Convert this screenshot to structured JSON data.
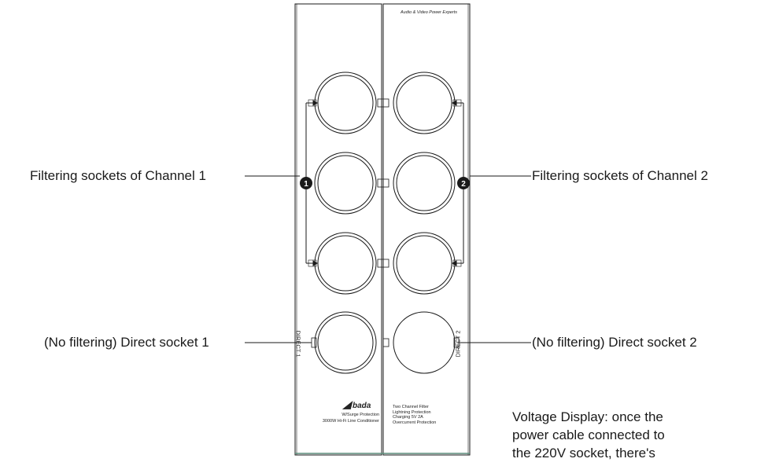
{
  "callouts": {
    "ch1_filter": "Filtering sockets of Channel 1",
    "ch2_filter": "Filtering sockets of Channel 2",
    "direct1": "(No filtering) Direct socket 1",
    "direct2": "(No filtering) Direct socket 2"
  },
  "voltage_note": {
    "line1": "Voltage Display: once the",
    "line2": "power cable connected to",
    "line3": "the 220V socket, there's"
  },
  "panel": {
    "tagline": "Audio & Video Power Experts",
    "brand": "bada",
    "direct1_label": "DIRECT 1",
    "direct2_label": "DIRECT 2",
    "channel1_badge": "1",
    "channel2_badge": "2",
    "product_line1": "W/Surge Protection",
    "product_line2": "3000W Hi-Fi Line Conditioner",
    "feature_line1": "Two Channel Filter",
    "feature_line2": "Lightning Protection",
    "feature_line3": "Charging 5V 2A",
    "feature_line4": "Overcurrent Protection"
  },
  "colors": {
    "line": "#1a1a1a",
    "background": "#ffffff",
    "panel_green_edge": "#5a8c7a"
  }
}
